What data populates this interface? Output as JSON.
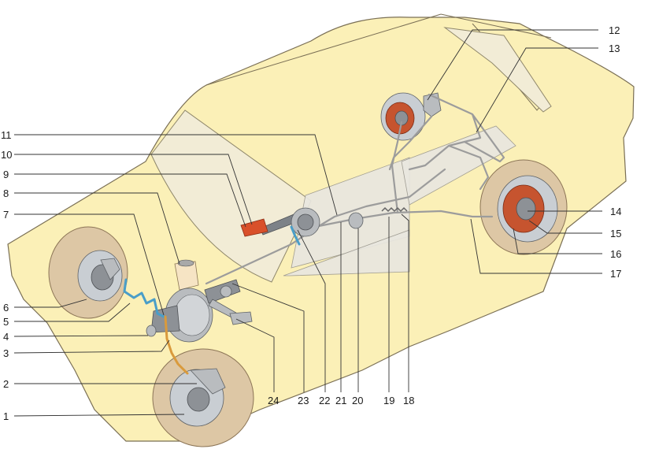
{
  "callouts": {
    "left": [
      "1",
      "2",
      "3",
      "4",
      "5",
      "6",
      "7",
      "8",
      "9",
      "10",
      "11"
    ],
    "top_right": [
      "12",
      "13"
    ],
    "right": [
      "14",
      "15",
      "16",
      "17"
    ],
    "bottom": [
      "24",
      "23",
      "22",
      "21",
      "20",
      "19",
      "18"
    ]
  },
  "colors": {
    "body": "#fbf0b7",
    "tire": "#ddc7a5",
    "brake_drum": "#c6542f",
    "hydraulic_line_front_left": "#4a9ec8",
    "hydraulic_line_front_right": "#d99a3c",
    "handbrake_handle": "#d9502a"
  }
}
